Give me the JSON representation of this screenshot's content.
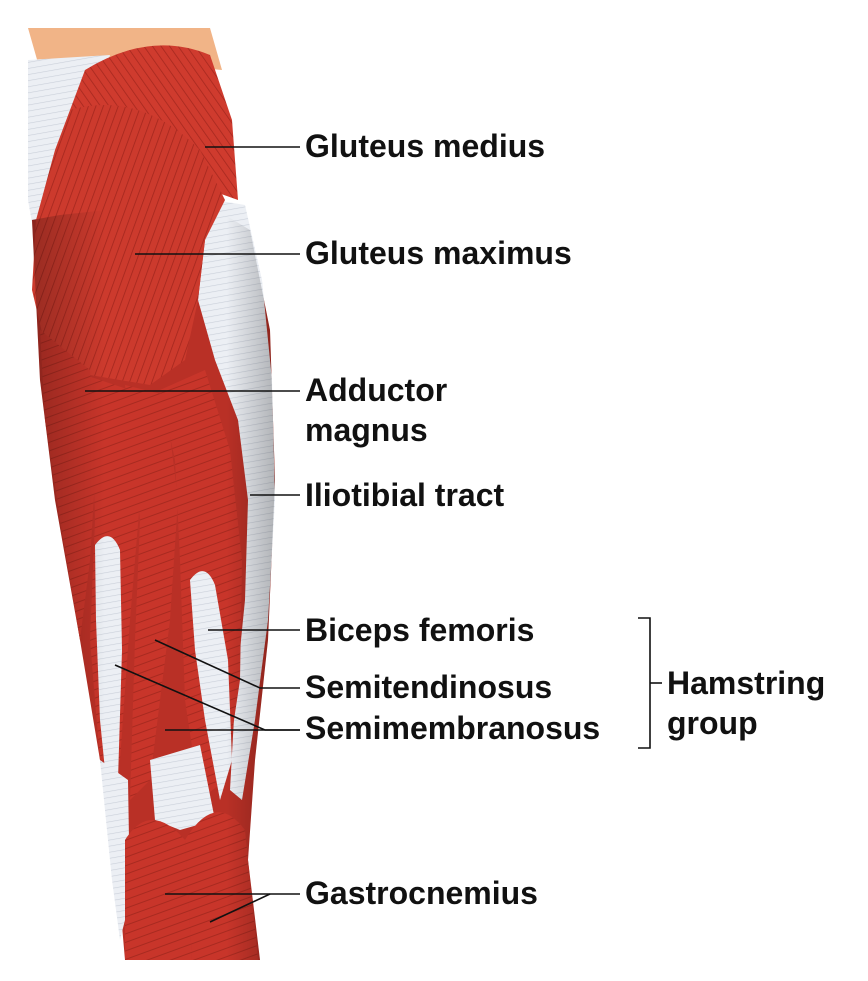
{
  "labels": {
    "gluteus_medius": "Gluteus medius",
    "gluteus_maximus": "Gluteus maximus",
    "adductor_magnus_line1": "Adductor",
    "adductor_magnus_line2": "magnus",
    "iliotibial_tract": "Iliotibial tract",
    "biceps_femoris": "Biceps femoris",
    "semitendinosus": "Semitendinosus",
    "semimembranosus": "Semimembranosus",
    "hamstring_group_line1": "Hamstring",
    "hamstring_group_line2": "group",
    "gastrocnemius": "Gastrocnemius"
  },
  "colors": {
    "muscle": "#c8352a",
    "muscle_dark": "#9e231b",
    "muscle_light": "#dd5a45",
    "tendon": "#e9ecf1",
    "tendon_shadow": "#c6ccd6",
    "skin": "#f1b487",
    "leader_line": "#111111"
  }
}
